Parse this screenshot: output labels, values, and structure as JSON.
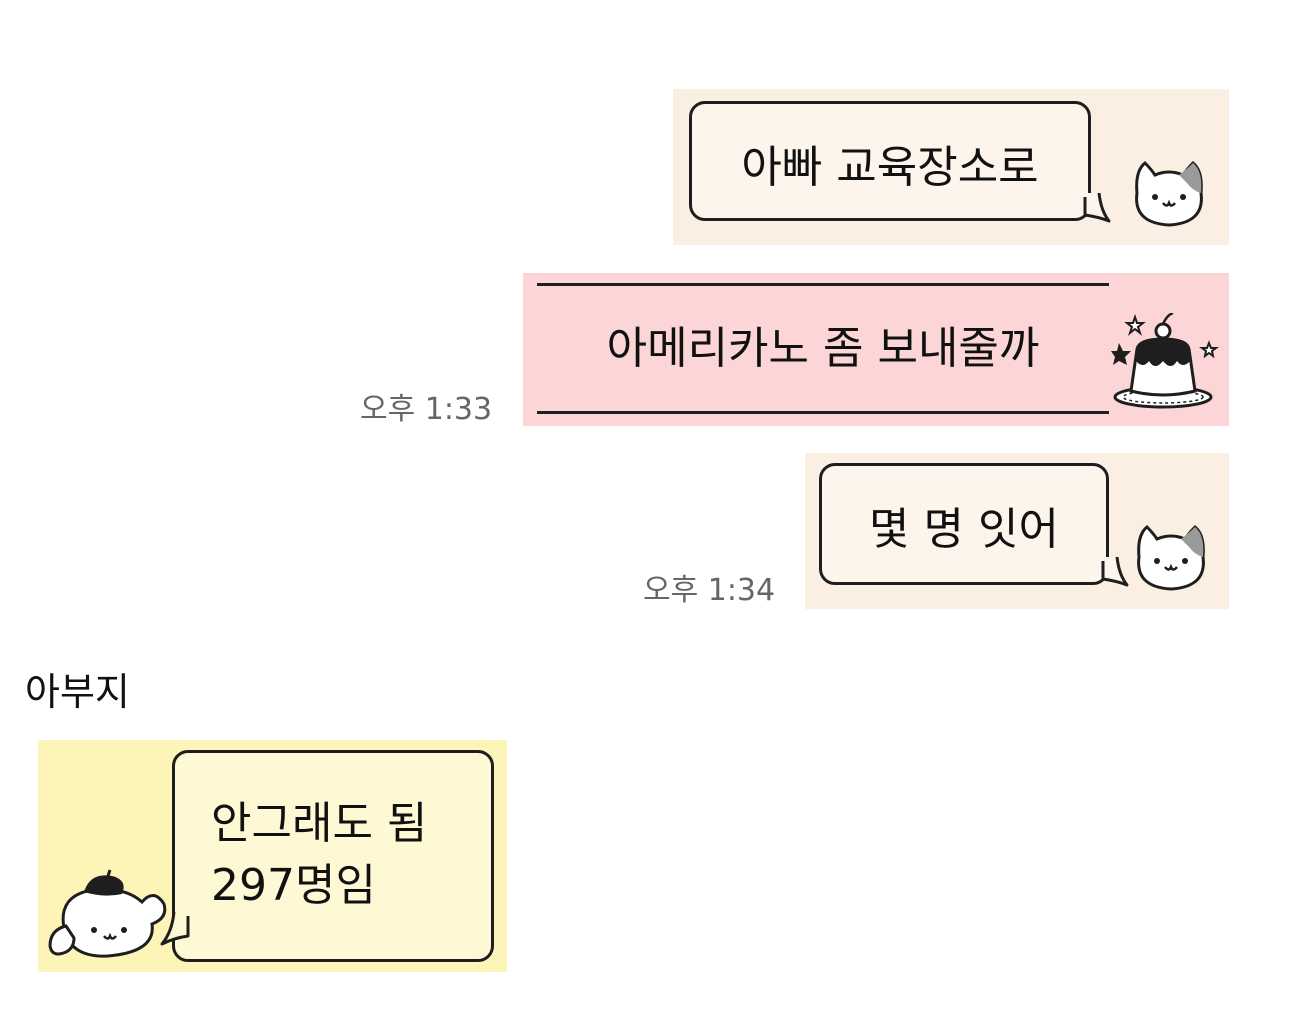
{
  "messages": [
    {
      "text": "아빠 교육장소로",
      "sticker": "cat-face-icon"
    },
    {
      "text": "아메리카노 좀 보내줄까",
      "time": "오후 1:33",
      "sticker": "pudding-icon"
    },
    {
      "text": "몇 명 잇어",
      "time": "오후 1:34",
      "sticker": "cat-face-icon"
    }
  ],
  "received": {
    "sender": "아부지",
    "line1": "안그래도 됨",
    "line2": "297명임",
    "sticker": "pompompurin-icon"
  },
  "colors": {
    "beige_panel": "#fbefe4",
    "pink_panel": "#fcd6d6",
    "yellow_panel": "#fdf4b8",
    "outline": "#1e1e1e",
    "timestamp": "#666666"
  }
}
